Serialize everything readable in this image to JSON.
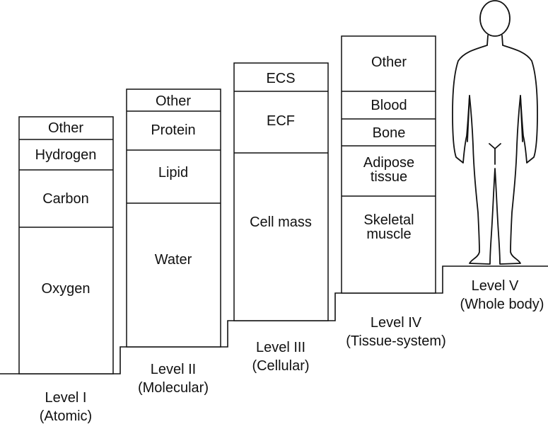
{
  "levels": [
    {
      "name": "Level I",
      "subtitle": "(Atomic)",
      "segments": [
        "Other",
        "Hydrogen",
        "Carbon",
        "Oxygen"
      ]
    },
    {
      "name": "Level II",
      "subtitle": "(Molecular)",
      "segments": [
        "Other",
        "Protein",
        "Lipid",
        "Water"
      ]
    },
    {
      "name": "Level III",
      "subtitle": "(Cellular)",
      "segments": [
        "ECS",
        "ECF",
        "Cell mass"
      ]
    },
    {
      "name": "Level IV",
      "subtitle": "(Tissue-system)",
      "segments": [
        "Other",
        "Blood",
        "Bone",
        "Adipose tissue",
        "Skeletal muscle"
      ]
    },
    {
      "name": "Level V",
      "subtitle": "(Whole body)"
    }
  ],
  "colors": {
    "line": "#111111",
    "background": "#ffffff"
  },
  "icons": {
    "whole_body": "human-body-outline-icon"
  }
}
